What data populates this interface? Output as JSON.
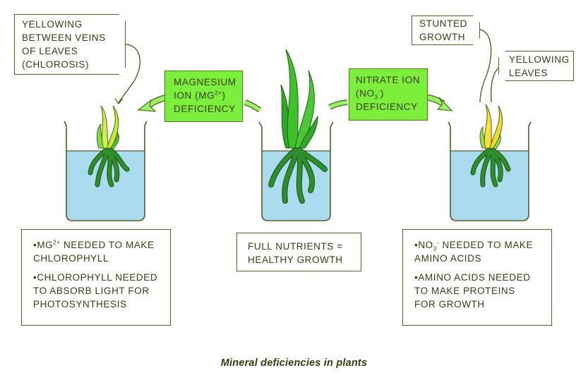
{
  "figure": {
    "caption": "Mineral deficiencies in plants",
    "colors": {
      "deficiency_box": "#7cee3c",
      "water": "#aadcee",
      "healthy_leaf": "#3ec12a",
      "chlorotic_leaf": "#c9e83a",
      "yellow_leaf": "#f5e23a",
      "root": "#2e8f2c",
      "outline": "#5a5a2a"
    }
  },
  "left_panel": {
    "symptom_tag": {
      "lines": [
        "YELLOWING",
        "BETWEEN VEINS",
        "OF LEAVES",
        "(CHLOROSIS)"
      ]
    },
    "deficiency_box": {
      "line1": "MAGNESIUM",
      "line2_prefix": "ION (Mg",
      "line2_sup": "2+",
      "line2_suffix": ")",
      "line3": "DEFICIENCY"
    },
    "info_box": {
      "bullet1_prefix": "Mg",
      "bullet1_sup": "2+",
      "bullet1_line1_rest": " NEEDED TO MAKE",
      "bullet1_line2": "CHLOROPHYLL",
      "bullet2_lines": [
        "CHLOROPHYLL  NEEDED",
        "TO ABSORB LIGHT FOR",
        "PHOTOSYNTHESIS"
      ]
    }
  },
  "center_panel": {
    "info_box": {
      "lines": [
        "FULL NUTRIENTS =",
        "HEALTHY GROWTH"
      ]
    }
  },
  "right_panel": {
    "symptom_tags": [
      {
        "lines": [
          "STUNTED",
          "GROWTH"
        ]
      },
      {
        "lines": [
          "YELLOWING",
          "LEAVES"
        ]
      }
    ],
    "deficiency_box": {
      "line1": "NITRATE ION",
      "line2_prefix": "(NO",
      "line2_sub": "3",
      "line2_sup": "-",
      "line2_suffix": ")",
      "line3": "DEFICIENCY"
    },
    "info_box": {
      "bullet1_prefix": "NO",
      "bullet1_sub": "3",
      "bullet1_sup": "-",
      "bullet1_line1_rest": "  NEEDED TO MAKE",
      "bullet1_line2": "AMINO ACIDS",
      "bullet2_lines": [
        "AMINO ACIDS NEEDED",
        "TO MAKE PROTEINS",
        "FOR GROWTH"
      ]
    }
  }
}
